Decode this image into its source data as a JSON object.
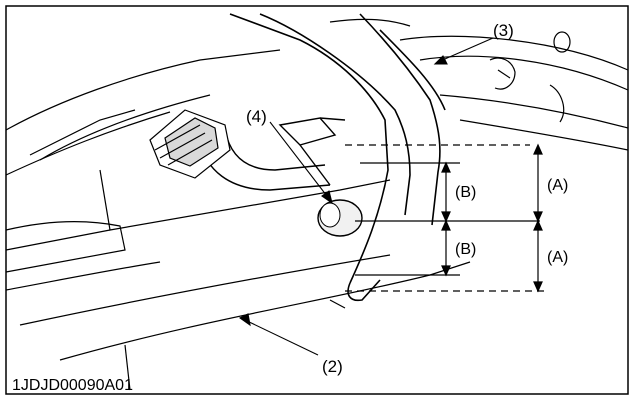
{
  "figure": {
    "callouts": {
      "lever": "(3)",
      "pin": "(4)",
      "frame": "(2)"
    },
    "dimensions": {
      "a_upper": "(A)",
      "a_lower": "(A)",
      "b_upper": "(B)",
      "b_lower": "(B)"
    },
    "figure_code": "1JDJD00090A01"
  }
}
